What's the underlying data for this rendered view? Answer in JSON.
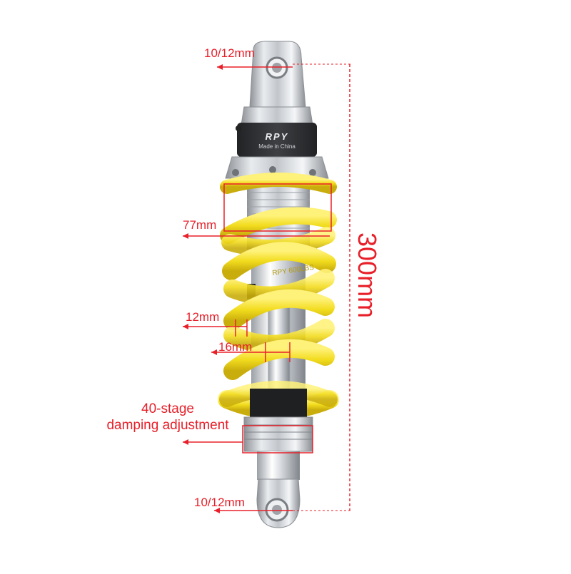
{
  "product": {
    "brand_mark": "RPY",
    "made_in": "Made in China",
    "spring_print": "RPY 600LBS"
  },
  "dimensions": {
    "top_eye": "10/12mm",
    "spring_diameter": "77mm",
    "wire_thickness": "12mm",
    "rod_diameter": "16mm",
    "bottom_eye": "10/12mm",
    "overall_length": "300mm"
  },
  "damping": {
    "line1": "40-stage",
    "line2": "damping adjustment"
  },
  "colors": {
    "annotation": "#e8202a",
    "spring": "#f4e028",
    "metal": "#c9ccd0"
  }
}
